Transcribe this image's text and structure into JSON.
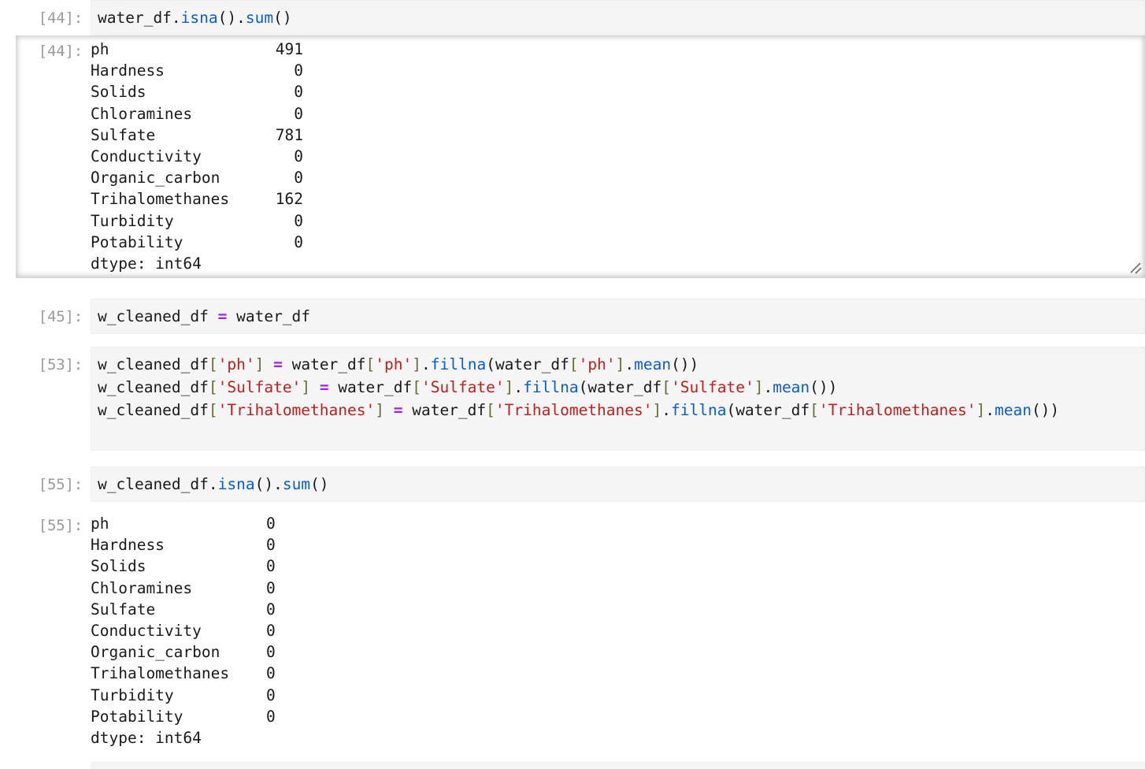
{
  "notebook": {
    "kind": "jupyter-notebook",
    "colors": {
      "input_background": "#f5f5f5",
      "prompt_text": "#9a9a9a",
      "string_literal": "#ba2121",
      "function_name": "#0b5ec9",
      "operator": "#a020f0",
      "bracket": "#6a6a36",
      "plain_text": "#1a1a1a",
      "page_background": "#ffffff"
    },
    "cells": [
      {
        "id": "cell-44",
        "input_prompt": "[44]:",
        "output_prompt": "[44]:",
        "code_lines": [
          [
            {
              "t": "plain",
              "s": "water_df."
            },
            {
              "t": "fn",
              "s": "isna"
            },
            {
              "t": "plain",
              "s": "()."
            },
            {
              "t": "fn",
              "s": "sum"
            },
            {
              "t": "plain",
              "s": "()"
            }
          ]
        ],
        "output_scrolled": true,
        "output_lines": [
          "ph                  491",
          "Hardness              0",
          "Solids                0",
          "Chloramines           0",
          "Sulfate             781",
          "Conductivity          0",
          "Organic_carbon        0",
          "Trihalomethanes     162",
          "Turbidity             0",
          "Potability            0",
          "dtype: int64"
        ],
        "output_series": {
          "index": [
            "ph",
            "Hardness",
            "Solids",
            "Chloramines",
            "Sulfate",
            "Conductivity",
            "Organic_carbon",
            "Trihalomethanes",
            "Turbidity",
            "Potability"
          ],
          "values": [
            491,
            0,
            0,
            0,
            781,
            0,
            0,
            162,
            0,
            0
          ],
          "dtype": "int64"
        }
      },
      {
        "id": "cell-45",
        "input_prompt": "[45]:",
        "code_lines": [
          [
            {
              "t": "plain",
              "s": "w_cleaned_df "
            },
            {
              "t": "op",
              "s": "="
            },
            {
              "t": "plain",
              "s": " water_df"
            }
          ]
        ],
        "output_lines": []
      },
      {
        "id": "cell-53",
        "input_prompt": "[53]:",
        "code_lines": [
          [
            {
              "t": "plain",
              "s": "w_cleaned_df"
            },
            {
              "t": "brk",
              "s": "["
            },
            {
              "t": "str",
              "s": "'ph'"
            },
            {
              "t": "brk",
              "s": "]"
            },
            {
              "t": "plain",
              "s": " "
            },
            {
              "t": "op",
              "s": "="
            },
            {
              "t": "plain",
              "s": " water_df"
            },
            {
              "t": "brk",
              "s": "["
            },
            {
              "t": "str",
              "s": "'ph'"
            },
            {
              "t": "brk",
              "s": "]"
            },
            {
              "t": "plain",
              "s": "."
            },
            {
              "t": "fn",
              "s": "fillna"
            },
            {
              "t": "plain",
              "s": "(water_df"
            },
            {
              "t": "brk",
              "s": "["
            },
            {
              "t": "str",
              "s": "'ph'"
            },
            {
              "t": "brk",
              "s": "]"
            },
            {
              "t": "plain",
              "s": "."
            },
            {
              "t": "fn",
              "s": "mean"
            },
            {
              "t": "plain",
              "s": "())"
            }
          ],
          [
            {
              "t": "plain",
              "s": "w_cleaned_df"
            },
            {
              "t": "brk",
              "s": "["
            },
            {
              "t": "str",
              "s": "'Sulfate'"
            },
            {
              "t": "brk",
              "s": "]"
            },
            {
              "t": "plain",
              "s": " "
            },
            {
              "t": "op",
              "s": "="
            },
            {
              "t": "plain",
              "s": " water_df"
            },
            {
              "t": "brk",
              "s": "["
            },
            {
              "t": "str",
              "s": "'Sulfate'"
            },
            {
              "t": "brk",
              "s": "]"
            },
            {
              "t": "plain",
              "s": "."
            },
            {
              "t": "fn",
              "s": "fillna"
            },
            {
              "t": "plain",
              "s": "(water_df"
            },
            {
              "t": "brk",
              "s": "["
            },
            {
              "t": "str",
              "s": "'Sulfate'"
            },
            {
              "t": "brk",
              "s": "]"
            },
            {
              "t": "plain",
              "s": "."
            },
            {
              "t": "fn",
              "s": "mean"
            },
            {
              "t": "plain",
              "s": "())"
            }
          ],
          [
            {
              "t": "plain",
              "s": "w_cleaned_df"
            },
            {
              "t": "brk",
              "s": "["
            },
            {
              "t": "str",
              "s": "'Trihalomethanes'"
            },
            {
              "t": "brk",
              "s": "]"
            },
            {
              "t": "plain",
              "s": " "
            },
            {
              "t": "op",
              "s": "="
            },
            {
              "t": "plain",
              "s": " water_df"
            },
            {
              "t": "brk",
              "s": "["
            },
            {
              "t": "str",
              "s": "'Trihalomethanes'"
            },
            {
              "t": "brk",
              "s": "]"
            },
            {
              "t": "plain",
              "s": "."
            },
            {
              "t": "fn",
              "s": "fillna"
            },
            {
              "t": "plain",
              "s": "(water_df"
            },
            {
              "t": "brk",
              "s": "["
            },
            {
              "t": "str",
              "s": "'Trihalomethanes'"
            },
            {
              "t": "brk",
              "s": "]"
            },
            {
              "t": "plain",
              "s": "."
            },
            {
              "t": "fn",
              "s": "mean"
            },
            {
              "t": "plain",
              "s": "())"
            }
          ],
          []
        ],
        "output_lines": []
      },
      {
        "id": "cell-55",
        "input_prompt": "[55]:",
        "output_prompt": "[55]:",
        "code_lines": [
          [
            {
              "t": "plain",
              "s": "w_cleaned_df."
            },
            {
              "t": "fn",
              "s": "isna"
            },
            {
              "t": "plain",
              "s": "()."
            },
            {
              "t": "fn",
              "s": "sum"
            },
            {
              "t": "plain",
              "s": "()"
            }
          ]
        ],
        "output_scrolled": false,
        "output_lines": [
          "ph                 0",
          "Hardness           0",
          "Solids             0",
          "Chloramines        0",
          "Sulfate            0",
          "Conductivity       0",
          "Organic_carbon     0",
          "Trihalomethanes    0",
          "Turbidity          0",
          "Potability         0",
          "dtype: int64"
        ],
        "output_series": {
          "index": [
            "ph",
            "Hardness",
            "Solids",
            "Chloramines",
            "Sulfate",
            "Conductivity",
            "Organic_carbon",
            "Trihalomethanes",
            "Turbidity",
            "Potability"
          ],
          "values": [
            0,
            0,
            0,
            0,
            0,
            0,
            0,
            0,
            0,
            0
          ],
          "dtype": "int64"
        }
      }
    ]
  }
}
